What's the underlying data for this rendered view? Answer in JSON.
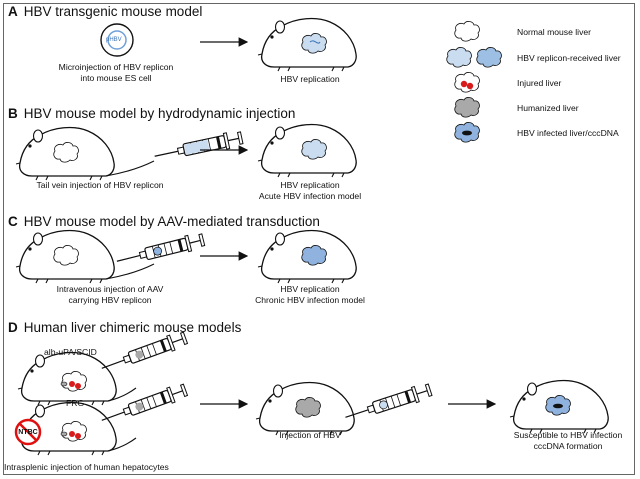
{
  "panels": [
    {
      "letter": "A",
      "title": "HBV transgenic mouse model",
      "caption_left": [
        "Microinjection of HBV replicon",
        "into mouse ES cell"
      ],
      "caption_right": [
        "HBV replication"
      ],
      "plasmid_label": "pHBV"
    },
    {
      "letter": "B",
      "title": "HBV mouse model by hydrodynamic injection",
      "caption_left": [
        "Tail vein injection of HBV replicon"
      ],
      "caption_right": [
        "HBV replication",
        "Acute HBV infection model"
      ]
    },
    {
      "letter": "C",
      "title": "HBV mouse model by AAV-mediated  transduction",
      "caption_left": [
        "Intravenous  injection of AAV",
        "carrying HBV replicon"
      ],
      "caption_right": [
        "HBV replication",
        "Chronic HBV infection model"
      ]
    },
    {
      "letter": "D",
      "title": "Human liver chimeric mouse models",
      "strain_top": "alb-uPA/SCID",
      "strain_bottom": "FRG",
      "ntbc_label": "NTBC",
      "caption_bottom": "Intrasplenic injection of human hepatocytes",
      "caption_mid": "Injection of HBV",
      "caption_right": [
        "Susceptible to HBV infection",
        "cccDNA formation"
      ]
    }
  ],
  "legend": [
    {
      "label": "Normal mouse liver",
      "icon": "normal-liver-icon"
    },
    {
      "label": "HBV replicon-received liver",
      "icon": "replicon-liver-icon"
    },
    {
      "label": "Injured liver",
      "icon": "injured-liver-icon"
    },
    {
      "label": "Humanized liver",
      "icon": "humanized-liver-icon"
    },
    {
      "label": "HBV infected liver/cccDNA",
      "icon": "infected-liver-icon"
    }
  ],
  "colors": {
    "normal_liver": "#ffffff",
    "replicon_liver": "#c9dcf0",
    "replicon_liver_dark": "#9dbfe3",
    "aav_liver": "#8fb3de",
    "injured_red": "#d81b1b",
    "humanized": "#a9a9a9",
    "infected": "#8fb3de",
    "ntbc_red": "#e01010"
  }
}
